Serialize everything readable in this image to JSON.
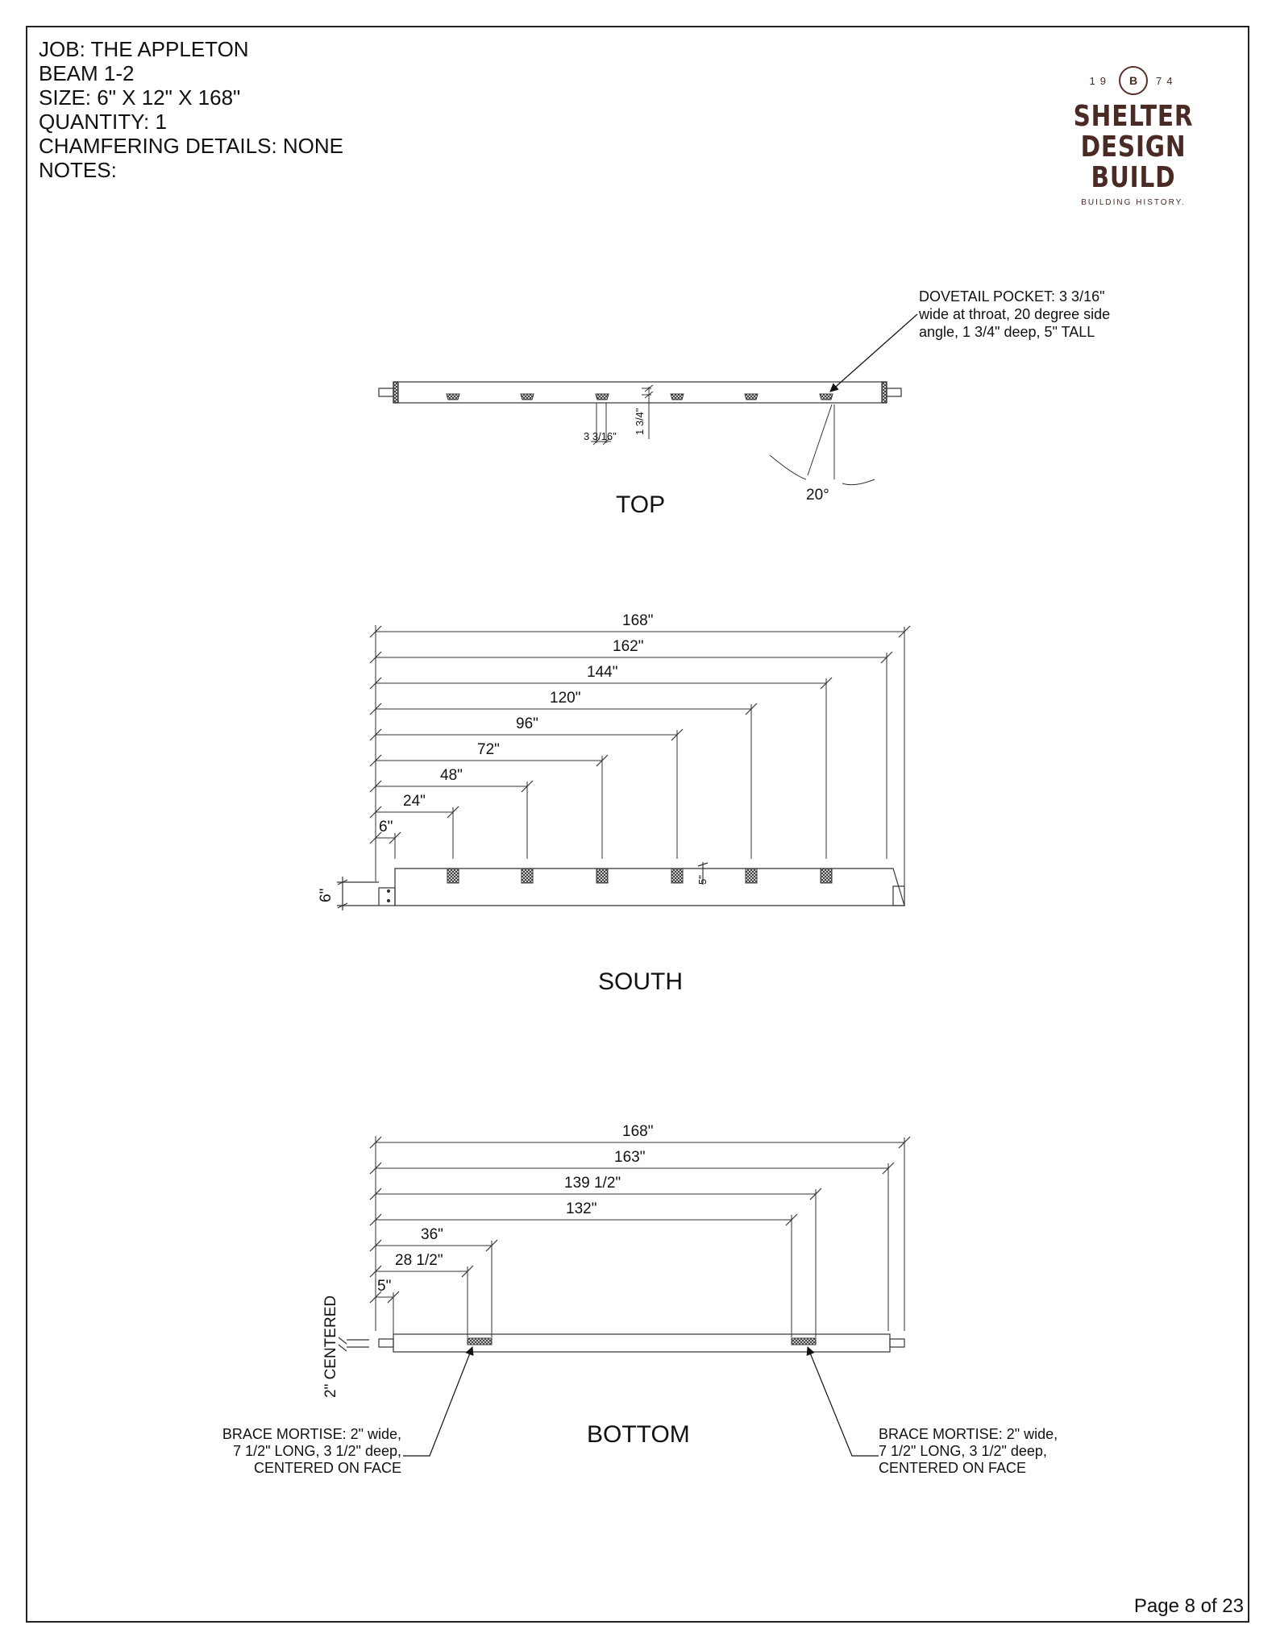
{
  "header": {
    "job": "JOB: THE APPLETON",
    "beam": "BEAM 1-2",
    "size": "SIZE: 6\" X 12\" X  168\"",
    "quantity": "QUANTITY: 1",
    "chamfering": "CHAMFERING DETAILS: NONE",
    "notes": "NOTES:"
  },
  "logo": {
    "year_left": "19",
    "year_right": "74",
    "seal_letter": "B",
    "line1": "SHELTER",
    "line2": "DESIGN BUILD",
    "tagline": "BUILDING HISTORY."
  },
  "top_view": {
    "title": "TOP",
    "callout": [
      "DOVETAIL POCKET:  3 3/16\"",
      "wide at throat, 20 degree side",
      "angle, 1 3/4\" deep, 5\" TALL"
    ],
    "dim_width": "3 3/16\"",
    "dim_depth": "1 3/4\"",
    "angle": "20°"
  },
  "south_view": {
    "title": "SOUTH",
    "dims": [
      "168\"",
      "162\"",
      "144\"",
      "120\"",
      "96\"",
      "72\"",
      "48\"",
      "24\"",
      "6\""
    ],
    "height": "6\"",
    "pocket_height": "5\""
  },
  "bottom_view": {
    "title": "BOTTOM",
    "dims": [
      "168\"",
      "163\"",
      "139 1/2\"",
      "132\"",
      "36\"",
      "28 1/2\"",
      "5\""
    ],
    "centered_label": "2\" CENTERED",
    "left_note": [
      "BRACE MORTISE: 2\" wide,",
      "7 1/2\" LONG, 3 1/2\" deep,",
      "CENTERED ON FACE"
    ],
    "right_note": [
      "BRACE MORTISE: 2\" wide,",
      "7 1/2\" LONG, 3 1/2\" deep,",
      "CENTERED ON FACE"
    ]
  },
  "footer": {
    "page": "Page 8 of 23"
  }
}
